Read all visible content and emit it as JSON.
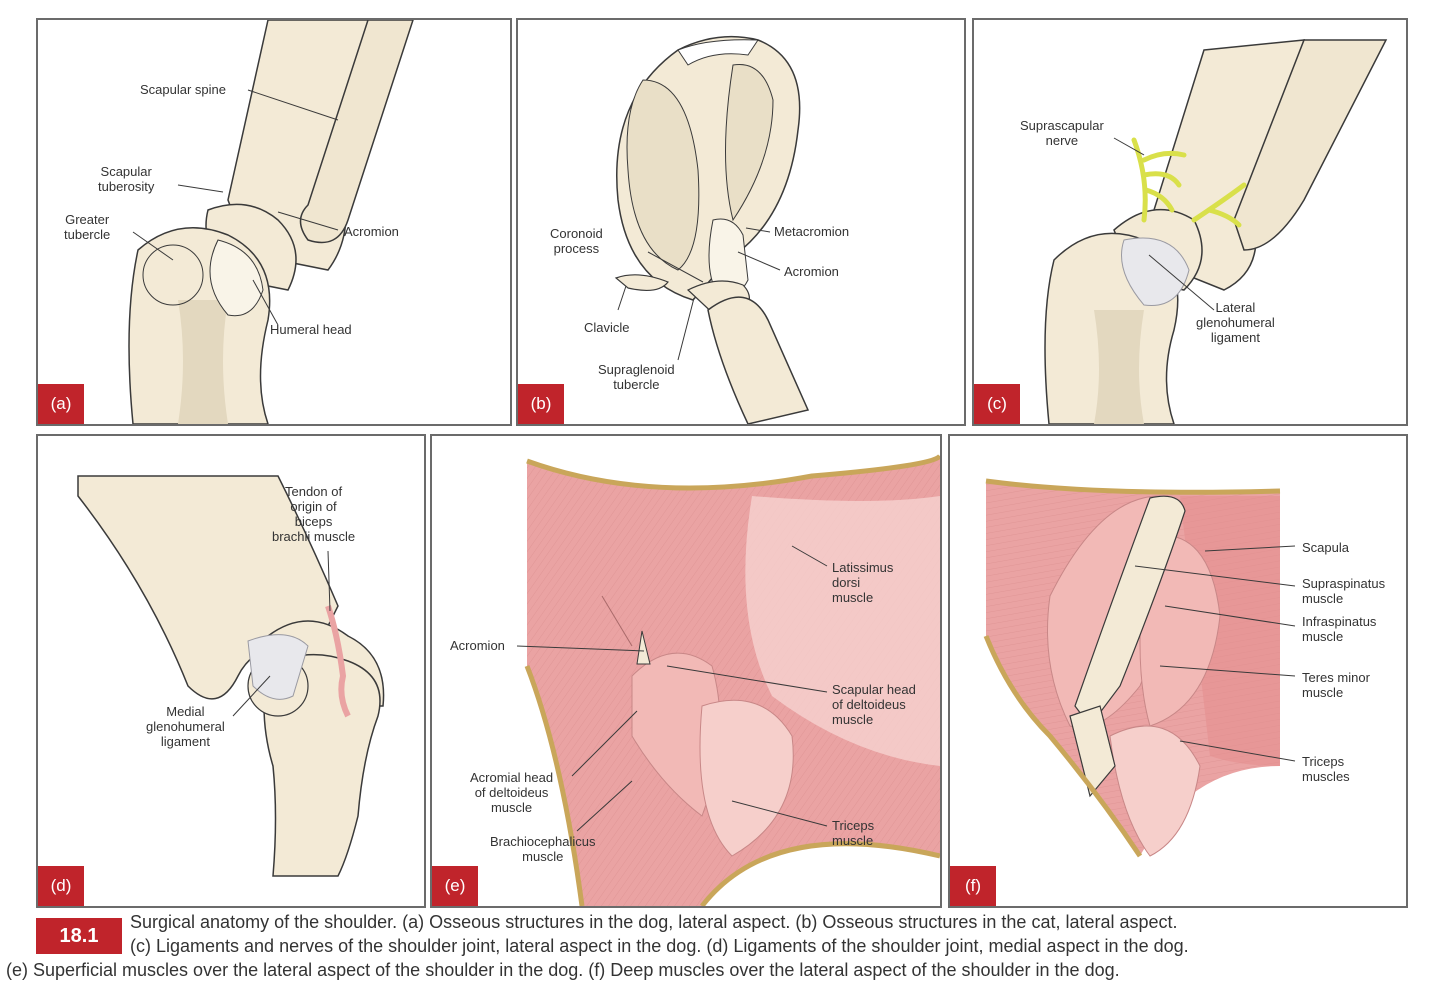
{
  "figure": {
    "number": "18.1",
    "caption_lines": [
      "Surgical anatomy of the shoulder. (a) Osseous structures in the dog, lateral aspect. (b) Osseous structures in the cat, lateral aspect.",
      "(c) Ligaments and nerves of the shoulder joint, lateral aspect in the dog. (d) Ligaments of the shoulder joint, medial aspect in the dog.",
      "(e) Superficial muscles over the lateral aspect of the shoulder in the dog. (f) Deep muscles over the lateral aspect of the shoulder in the dog."
    ]
  },
  "panels": {
    "a": {
      "badge": "(a)",
      "labels": [
        "Scapular spine",
        "Scapular\ntuberosity",
        "Greater\ntubercle",
        "Acromion",
        "Humeral head"
      ]
    },
    "b": {
      "badge": "(b)",
      "labels": [
        "Coronoid\nprocess",
        "Metacromion",
        "Acromion",
        "Clavicle",
        "Supraglenoid\ntubercle"
      ]
    },
    "c": {
      "badge": "(c)",
      "labels": [
        "Suprascapular\nnerve",
        "Lateral\nglenohumeral\nligament"
      ]
    },
    "d": {
      "badge": "(d)",
      "labels": [
        "Tendon of\norigin of\nbiceps\nbrachii muscle",
        "Medial\nglenohumeral\nligament"
      ]
    },
    "e": {
      "badge": "(e)",
      "labels": [
        "Latissimus\ndorsi\nmuscle",
        "Acromion",
        "Scapular head\nof deltoideus\nmuscle",
        "Acromial head\nof deltoideus\nmuscle",
        "Brachiocephalicus\nmuscle",
        "Triceps\nmuscle"
      ]
    },
    "f": {
      "badge": "(f)",
      "labels": [
        "Scapula",
        "Supraspinatus\nmuscle",
        "Infraspinatus\nmuscle",
        "Teres minor\nmuscle",
        "Triceps\nmuscles"
      ]
    }
  },
  "colors": {
    "bone": "#f3ead6",
    "bone_shade": "#e3d8bf",
    "outline": "#3a3a3a",
    "muscle": "#eaa3a3",
    "muscle_light": "#f6d2cf",
    "fat_border": "#c9a65a",
    "nerve": "#d9e04a",
    "ligament": "#e6e6ea",
    "badge": "#c0242b"
  }
}
